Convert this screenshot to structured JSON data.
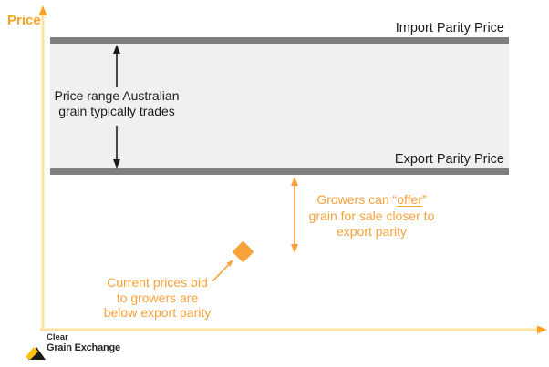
{
  "colors": {
    "orange": "#F7A23B",
    "accent_orange": "#FAA21B",
    "axis_gold": "#FFE2A2",
    "bar_gray": "#7F7F7F",
    "band_fill": "#F0F0F0",
    "text_dark": "#1B1B1B",
    "logo_yellow": "#FFC20E",
    "logo_black": "#1A1A1A"
  },
  "axes": {
    "y_label": "Price"
  },
  "band": {
    "import_label": "Import Parity Price",
    "export_label": "Export Parity Price"
  },
  "annotations": {
    "range": {
      "line1": "Price range Australian",
      "line2": "grain typically trades"
    },
    "offer": {
      "pre": "Growers can “",
      "underlined": "offer",
      "post": "”",
      "line2": "grain for sale closer to",
      "line3": "export parity"
    },
    "bid": {
      "line1": "Current prices bid",
      "line2": "to growers are",
      "line3": "below export parity"
    }
  },
  "logo": {
    "name_line1": "Clear",
    "name_line2": "Grain Exchange"
  }
}
